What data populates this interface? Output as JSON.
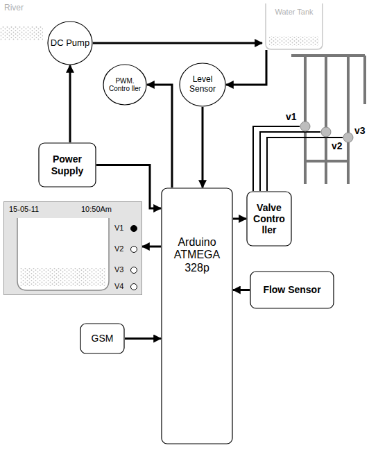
{
  "diagram": {
    "nodes": [
      {
        "text": [
          "DC Pump"
        ]
      },
      {
        "text": [
          "Water Tank"
        ]
      },
      {
        "text": [
          "PWM. Contro ller"
        ]
      },
      {
        "text": [
          "Level Sensor"
        ]
      },
      {
        "text": [
          "Power Supply"
        ]
      },
      {
        "text": [
          "15-05-11",
          "10:50Am",
          "V1",
          "V2",
          "V3",
          "V4"
        ]
      },
      {
        "text": [
          "Arduino ATMEGA 328p"
        ]
      },
      {
        "text": [
          "Valve Contro ller"
        ]
      },
      {
        "text": [
          "Flow Sensor"
        ]
      },
      {
        "text": [
          "GSM"
        ]
      }
    ],
    "edges": [
      {
        "from": 4,
        "to": 0,
        "arrow": "to"
      },
      {
        "from": 0,
        "to": 1,
        "arrow": "to"
      },
      {
        "from": 1,
        "to": 3,
        "arrow": "to"
      },
      {
        "from": 3,
        "to": 6,
        "arrow": "to"
      },
      {
        "from": 6,
        "to": 2,
        "arrow": "to"
      },
      {
        "from": 4,
        "to": 6,
        "arrow": "to"
      },
      {
        "from": 6,
        "to": 5,
        "arrow": "to"
      },
      {
        "from": 6,
        "to": 7,
        "arrow": "to"
      },
      {
        "from": 8,
        "to": 6,
        "arrow": "to"
      },
      {
        "from": 9,
        "to": 6,
        "arrow": "to"
      }
    ],
    "labels": [
      "River",
      "v1",
      "v2",
      "v3"
    ]
  }
}
